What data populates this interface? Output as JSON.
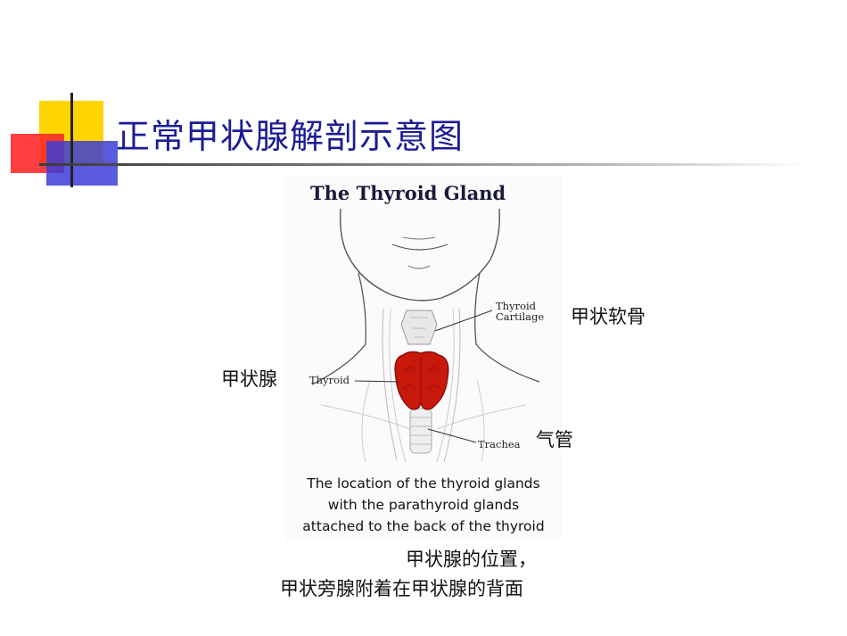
{
  "slide": {
    "title": "正常甲状腺解剖示意图",
    "figure": {
      "heading": "The Thyroid Gland",
      "labels": {
        "cartilage_line1": "Thyroid",
        "cartilage_line2": "Cartilage",
        "thyroid": "Thyroid",
        "trachea": "Trachea"
      },
      "caption_lines": [
        "The location of the thyroid glands",
        "with the parathyroid glands",
        "attached to the back of the thyroid"
      ]
    },
    "annotations": {
      "cartilage_cn": "甲状软骨",
      "thyroid_cn": "甲状腺",
      "trachea_cn": "气管"
    },
    "bottom_caption": {
      "line1": "甲状腺的位置，",
      "line2": "甲状旁腺附着在甲状腺的背面"
    },
    "colors": {
      "title": "#1c1c96",
      "thyroid_gland": "#c8180c",
      "deco_yellow": "#ffd400",
      "deco_red": "#ff2a2a",
      "deco_blue": "#3d3dd6"
    }
  }
}
